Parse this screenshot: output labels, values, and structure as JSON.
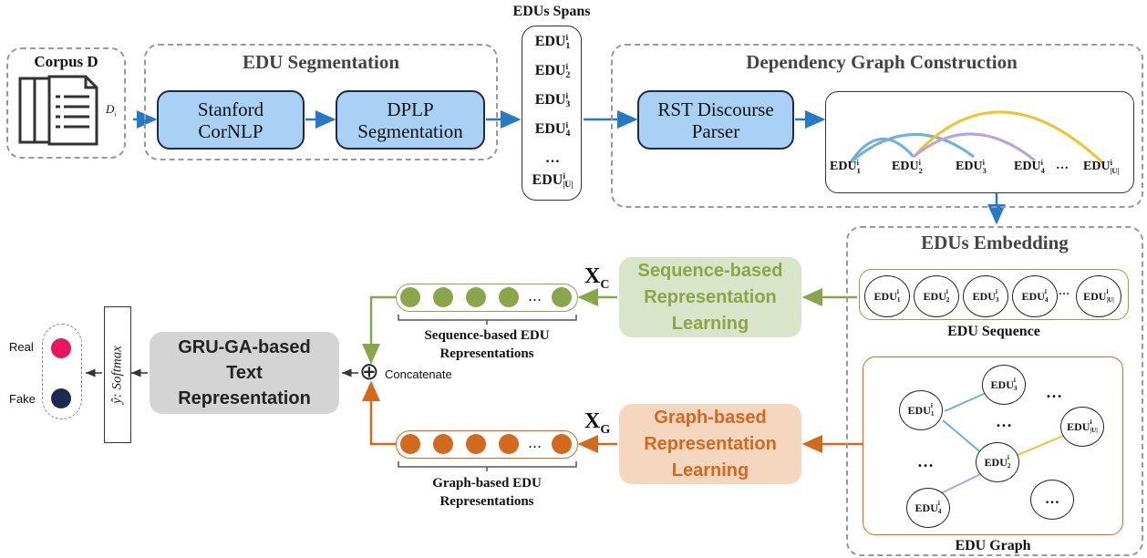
{
  "corpus": {
    "title": "Corpus D",
    "doc_label": "D",
    "doc_sub": "i"
  },
  "edu_segmentation": {
    "title": "EDU Segmentation",
    "stanford": "Stanford\nCorNLP",
    "dplp": "DPLP\nSegmentation"
  },
  "edus_spans": {
    "title": "EDUs Spans",
    "items": [
      {
        "base": "EDU",
        "sup": "i",
        "sub": "1"
      },
      {
        "base": "EDU",
        "sup": "i",
        "sub": "2"
      },
      {
        "base": "EDU",
        "sup": "i",
        "sub": "3"
      },
      {
        "base": "EDU",
        "sup": "i",
        "sub": "4"
      },
      {
        "base": "…",
        "sup": "",
        "sub": ""
      },
      {
        "base": "EDU",
        "sup": "i",
        "sub": "|U|"
      }
    ]
  },
  "dependency": {
    "title": "Dependency Graph Construction",
    "parser": "RST Discourse\nParser",
    "nodes": [
      {
        "base": "EDU",
        "sup": "i",
        "sub": "1"
      },
      {
        "base": "EDU",
        "sup": "i",
        "sub": "2"
      },
      {
        "base": "EDU",
        "sup": "i",
        "sub": "3"
      },
      {
        "base": "EDU",
        "sup": "i",
        "sub": "4"
      },
      {
        "base": "…",
        "sup": "",
        "sub": ""
      },
      {
        "base": "EDU",
        "sup": "i",
        "sub": "|U|"
      }
    ]
  },
  "embedding": {
    "title": "EDUs Embedding",
    "sequence_label": "EDU Sequence",
    "sequence": [
      {
        "base": "EDU",
        "sup": "i",
        "sub": "1"
      },
      {
        "base": "EDU",
        "sup": "i",
        "sub": "2"
      },
      {
        "base": "EDU",
        "sup": "i",
        "sub": "3"
      },
      {
        "base": "EDU",
        "sup": "i",
        "sub": "4"
      },
      {
        "base": "…",
        "sup": "",
        "sub": ""
      },
      {
        "base": "EDU",
        "sup": "i",
        "sub": "|U|"
      }
    ],
    "graph_label": "EDU Graph",
    "graph_nodes": [
      {
        "base": "EDU",
        "sup": "i",
        "sub": "3"
      },
      {
        "base": "EDU",
        "sup": "i",
        "sub": "1"
      },
      {
        "base": "EDU",
        "sup": "i",
        "sub": "|U|"
      },
      {
        "base": "EDU",
        "sup": "i",
        "sub": "2"
      },
      {
        "base": "EDU",
        "sup": "i",
        "sub": "4"
      },
      {
        "base": "…",
        "sup": "",
        "sub": ""
      }
    ],
    "graph_ellipses": [
      "…",
      "…",
      "…"
    ]
  },
  "sequence_rl": {
    "label": "Sequence-based\nRepresentation\nLearning",
    "x_label": "X",
    "x_sub": "C",
    "caption": "Sequence-based EDU\nRepresentations",
    "ellipsis": "…"
  },
  "graph_rl": {
    "label": "Graph-based\nRepresentation\nLearning",
    "x_label": "X",
    "x_sub": "G",
    "caption": "Graph-based EDU\nRepresentations",
    "ellipsis": "…"
  },
  "concat": {
    "symbol": "⊕",
    "label": "Concatenate"
  },
  "gru": {
    "label": "GRU-GA-based\nText\nRepresentation"
  },
  "softmax": {
    "label": "ŷ: Softmax"
  },
  "output": {
    "real": "Real",
    "fake": "Fake"
  },
  "colors": {
    "blue": "#2878c8",
    "green": "#8aa64a",
    "orange": "#d2691e",
    "real": "#e8175d",
    "fake": "#1f2a50"
  }
}
